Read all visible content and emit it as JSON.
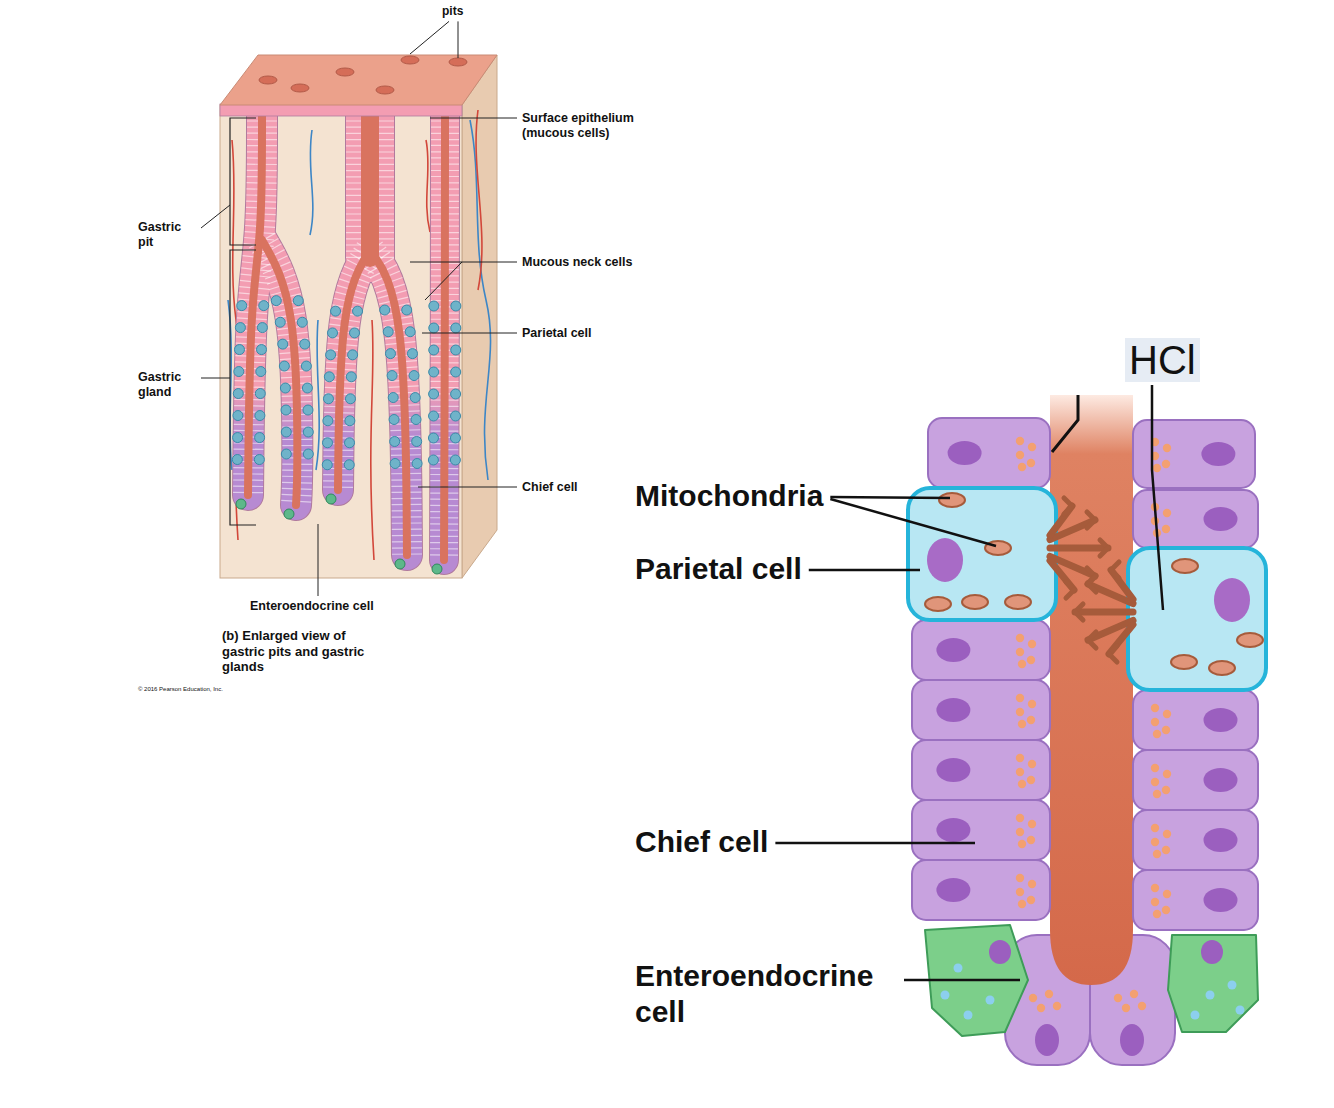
{
  "diagram": {
    "caption": "(b) Enlarged view of gastric pits and gastric glands",
    "labels": [
      "pits",
      "Surface epithelium (mucous cells)",
      "Gastric pit",
      "Mucous neck cells",
      "Parietal cell",
      "Gastric gland",
      "Chief cell",
      "Enteroendocrine cell",
      "© 2016 Pearson Education, Inc.",
      "HCl",
      "Mitochondria",
      "Parietal cell",
      "Chief cell",
      "Enteroendocrine cell"
    ]
  }
}
